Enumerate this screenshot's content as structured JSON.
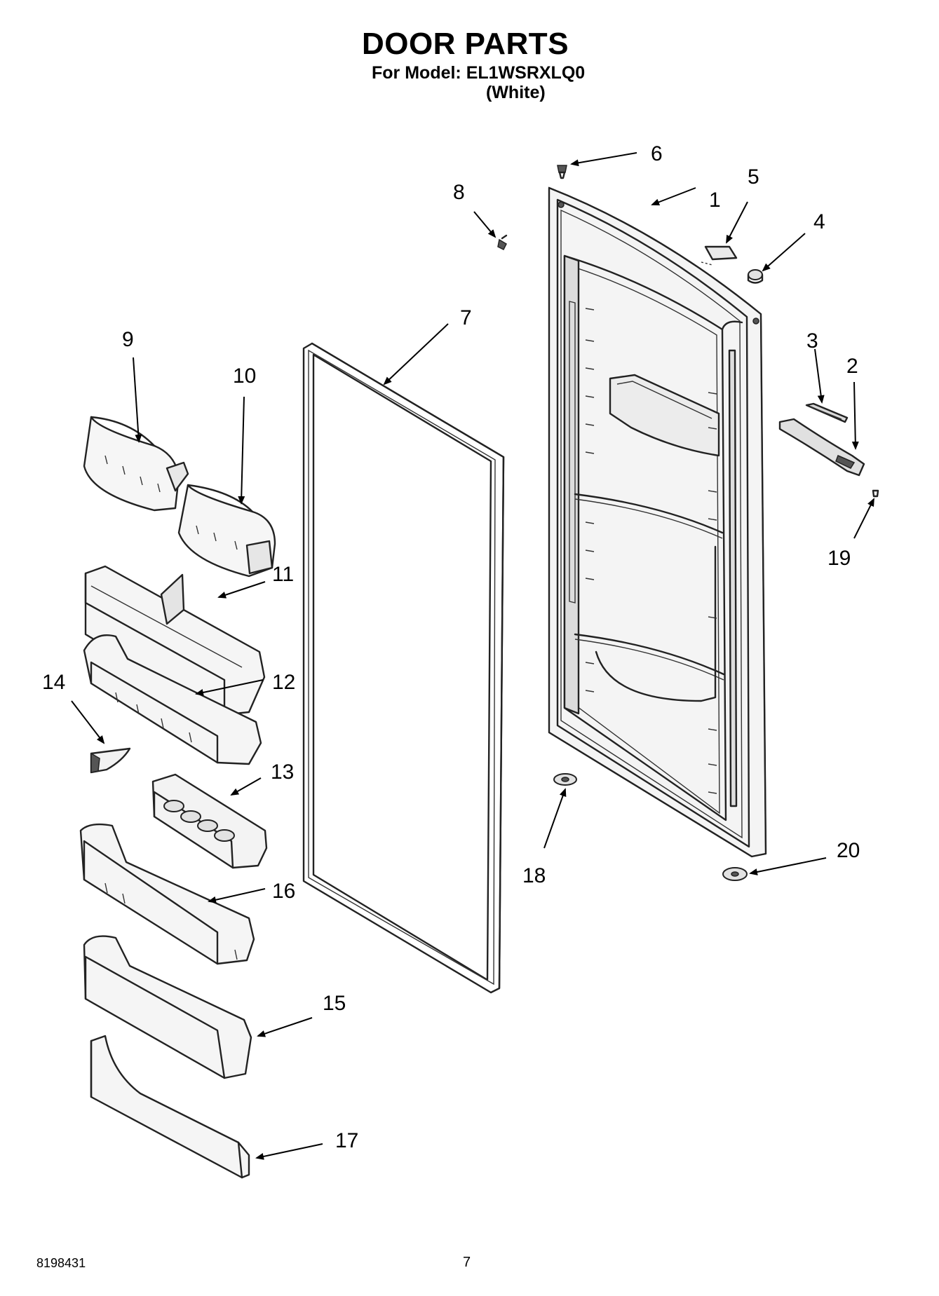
{
  "header": {
    "title": "DOOR PARTS",
    "model_line": "For Model: EL1WSRXLQ0",
    "variant": "(White)"
  },
  "callouts": [
    {
      "number": "1",
      "part": "door"
    },
    {
      "number": "2",
      "part": "handle"
    },
    {
      "number": "3",
      "part": "handle-trim"
    },
    {
      "number": "4",
      "part": "plug-button"
    },
    {
      "number": "5",
      "part": "hinge-cover"
    },
    {
      "number": "6",
      "part": "screw"
    },
    {
      "number": "7",
      "part": "door-gasket"
    },
    {
      "number": "8",
      "part": "screw"
    },
    {
      "number": "9",
      "part": "dairy-door"
    },
    {
      "number": "10",
      "part": "dairy-door"
    },
    {
      "number": "11",
      "part": "dairy-bin"
    },
    {
      "number": "12",
      "part": "door-bin"
    },
    {
      "number": "13",
      "part": "egg-bin"
    },
    {
      "number": "14",
      "part": "bin-divider"
    },
    {
      "number": "15",
      "part": "door-bin"
    },
    {
      "number": "16",
      "part": "door-bin"
    },
    {
      "number": "17",
      "part": "door-bin-front"
    },
    {
      "number": "18",
      "part": "hinge-bushing"
    },
    {
      "number": "19",
      "part": "screw"
    },
    {
      "number": "20",
      "part": "door-stop"
    }
  ],
  "footer": {
    "part_number": "8198431",
    "page": "7"
  }
}
